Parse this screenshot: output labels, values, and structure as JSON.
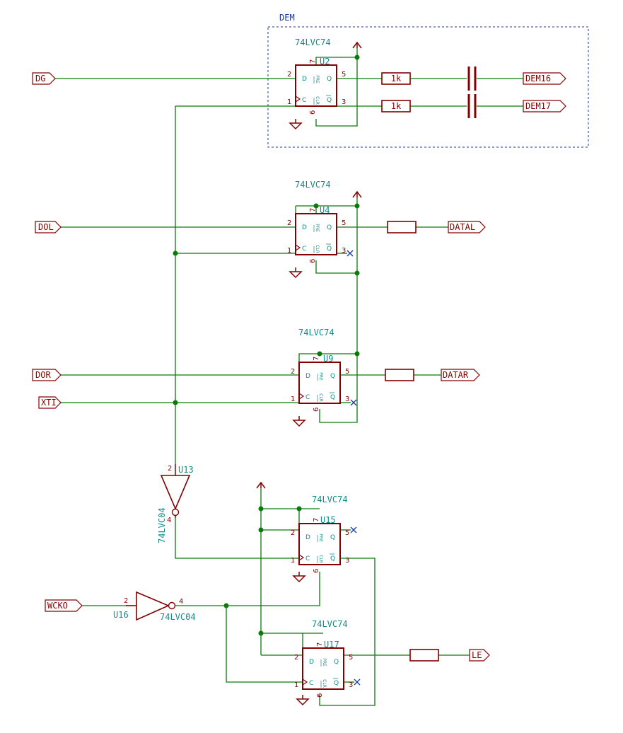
{
  "group": {
    "title": "DEM"
  },
  "flipflops": [
    {
      "ref": "U2",
      "value": "74LVC74"
    },
    {
      "ref": "U4",
      "value": "74LVC74"
    },
    {
      "ref": "U9",
      "value": "74LVC74"
    },
    {
      "ref": "U15",
      "value": "74LVC74"
    },
    {
      "ref": "U17",
      "value": "74LVC74"
    }
  ],
  "pin_names": {
    "d": "D",
    "c": "C",
    "q": "Q",
    "qbar": "Q",
    "pre": "PRE",
    "clr": "CLR"
  },
  "pin_numbers": {
    "d": "2",
    "c": "1",
    "q": "5",
    "qbar": "3",
    "pre": "7",
    "clr": "6"
  },
  "inverters": [
    {
      "ref": "U13",
      "value": "74LVC04",
      "pin_in": "2",
      "pin_out": "4"
    },
    {
      "ref": "U16",
      "value": "74LVC04",
      "pin_in": "2",
      "pin_out": "4"
    }
  ],
  "resistors": [
    {
      "value": "1k"
    },
    {
      "value": "1k"
    }
  ],
  "labels": {
    "dg": "DG",
    "dol": "DOL",
    "dor": "DOR",
    "xti": "XTI",
    "wcko": "WCKO",
    "dem16": "DEM16",
    "dem17": "DEM17",
    "datal": "DATAL",
    "datar": "DATAR",
    "le": "LE"
  }
}
